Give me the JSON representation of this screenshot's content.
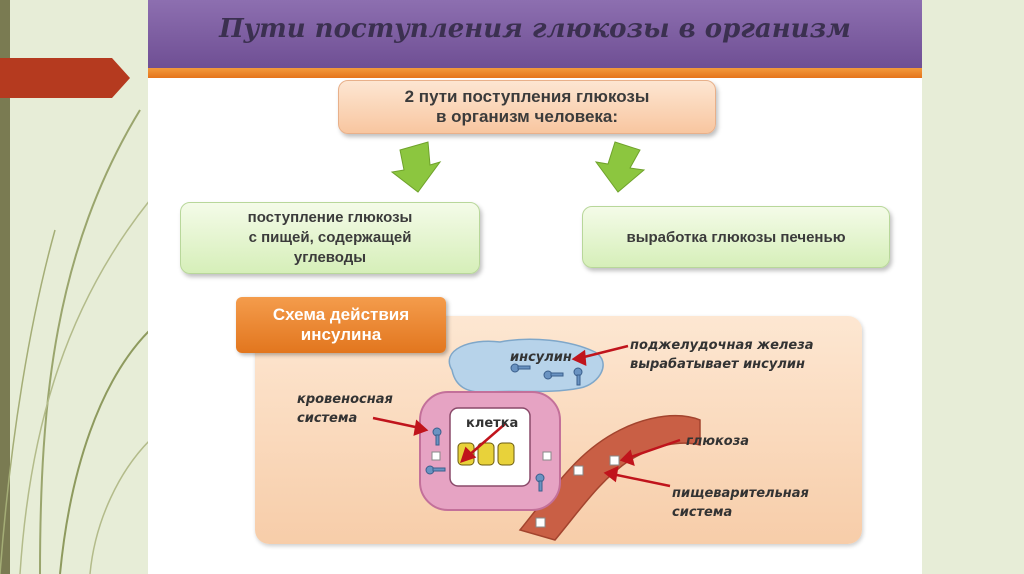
{
  "slide": {
    "title": "Пути поступления глюкозы в организм"
  },
  "top_box": {
    "line1": "2 пути поступления глюкозы",
    "line2": "в организм человека:"
  },
  "left_box": {
    "line1": "поступление глюкозы",
    "line2": "с пищей, содержащей",
    "line3": "углеводы"
  },
  "right_box": {
    "label": "выработка глюкозы печенью"
  },
  "scheme": {
    "header_line1": "Схема действия",
    "header_line2": "инсулина",
    "insulin_label": "инсулин",
    "pancreas_line1": "поджелудочная железа",
    "pancreas_line2": "вырабатывает инсулин",
    "blood_line1": "кровеносная",
    "blood_line2": "система",
    "cell_label": "клетка",
    "glucose_label": "глюкоза",
    "digestive_line1": "пищеварительная",
    "digestive_line2": "система"
  },
  "colors": {
    "title_bar": "#7b5ca0",
    "accent_orange": "#e5741b",
    "arrow_green": "#8cc63f",
    "label_arrow_red": "#c0141c"
  }
}
